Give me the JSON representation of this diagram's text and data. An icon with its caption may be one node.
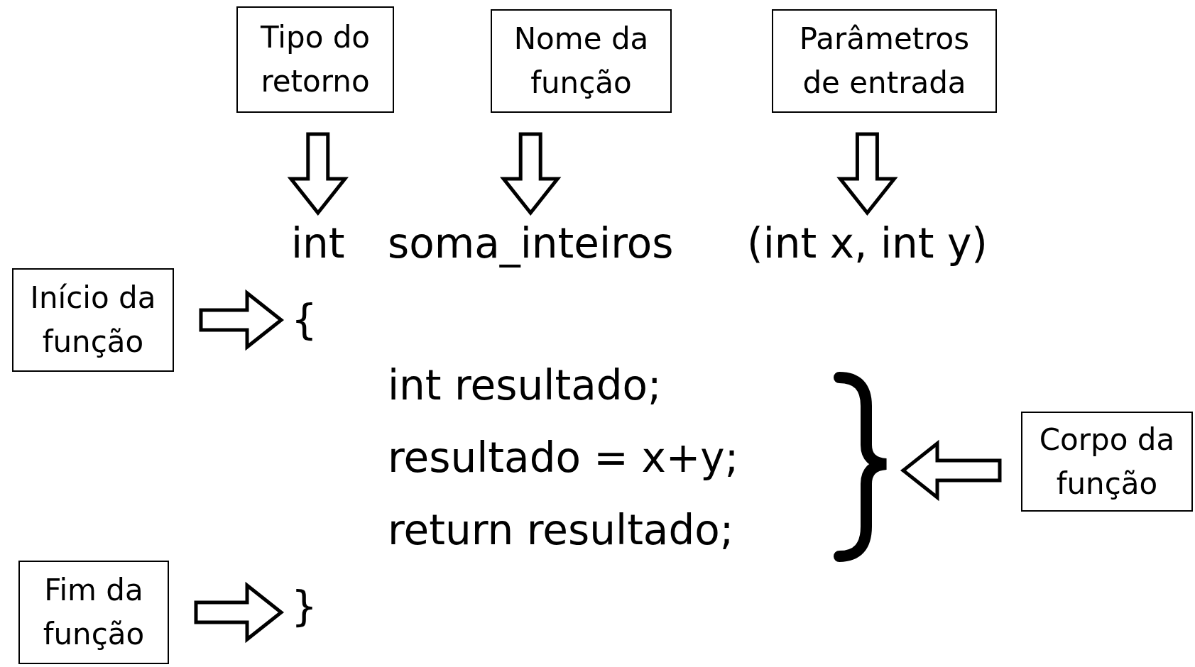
{
  "diagram": {
    "nodes": [
      {
        "text": [
          "Tipo do retorno"
        ]
      },
      {
        "text": [
          "Nome da função"
        ]
      },
      {
        "text": [
          "Parâmetros de entrada"
        ]
      },
      {
        "text": [
          "int"
        ]
      },
      {
        "text": [
          "soma_inteiros"
        ]
      },
      {
        "text": [
          "(int x, int y)"
        ]
      },
      {
        "text": [
          "Início da função"
        ]
      },
      {
        "text": [
          "{"
        ]
      },
      {
        "text": [
          "int resultado;",
          "resultado = x+y;",
          "return resultado;"
        ]
      },
      {
        "text": [
          "Corpo da função"
        ]
      },
      {
        "text": [
          "Fim da função"
        ]
      },
      {
        "text": [
          "}"
        ]
      }
    ],
    "edges": [
      {
        "from": 0,
        "to": 3,
        "arrow": "to"
      },
      {
        "from": 1,
        "to": 4,
        "arrow": "to"
      },
      {
        "from": 2,
        "to": 5,
        "arrow": "to"
      },
      {
        "from": 6,
        "to": 7,
        "arrow": "to"
      },
      {
        "from": 9,
        "to": 8,
        "arrow": "to"
      },
      {
        "from": 10,
        "to": 11,
        "arrow": "to"
      }
    ]
  }
}
